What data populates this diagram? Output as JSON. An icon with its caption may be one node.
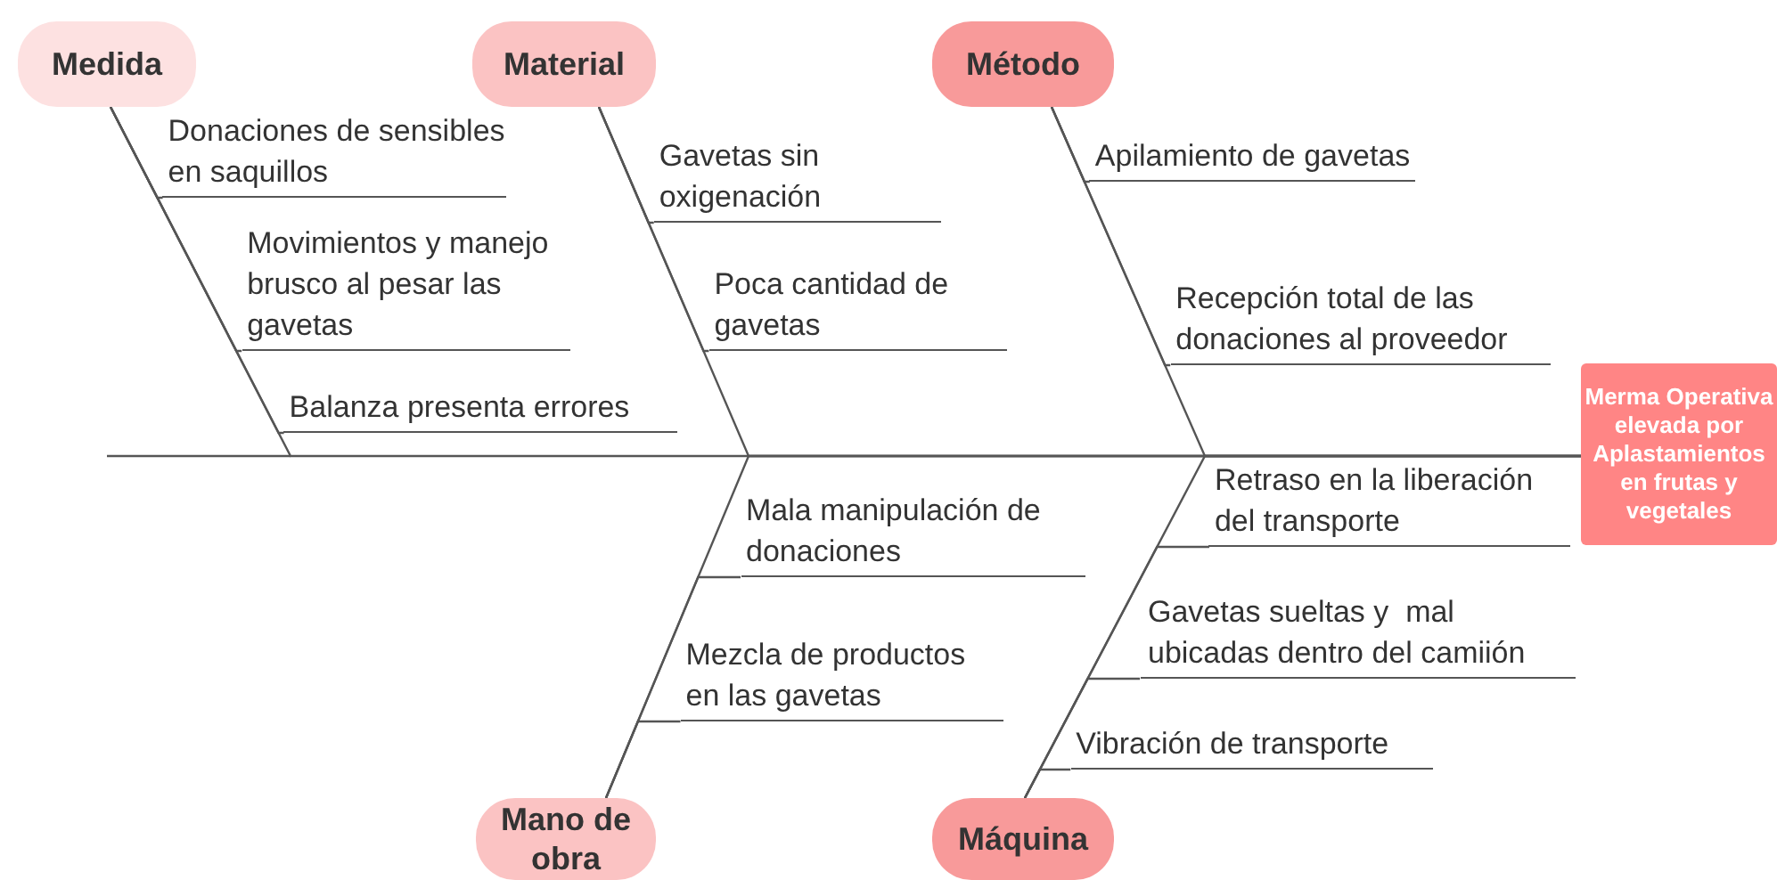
{
  "diagram": {
    "nodes": [
      {
        "text": [
          "Medida"
        ]
      },
      {
        "text": [
          "Material"
        ]
      },
      {
        "text": [
          "Método"
        ]
      },
      {
        "text": [
          "Mano de obra"
        ]
      },
      {
        "text": [
          "Máquina"
        ]
      },
      {
        "text": [
          "Merma Operativa elevada por Aplastamientos en frutas y vegetales"
        ]
      },
      {
        "text": [
          "Donaciones de sensibles en saquillos"
        ]
      },
      {
        "text": [
          "Movimientos y manejo brusco al pesar las gavetas"
        ]
      },
      {
        "text": [
          "Balanza presenta errores"
        ]
      },
      {
        "text": [
          "Gavetas sin oxigenación"
        ]
      },
      {
        "text": [
          "Poca cantidad de gavetas"
        ]
      },
      {
        "text": [
          "Apilamiento de gavetas"
        ]
      },
      {
        "text": [
          "Recepción total de las donaciones al proveedor"
        ]
      },
      {
        "text": [
          "Mala manipulación de donaciones"
        ]
      },
      {
        "text": [
          "Mezcla de productos en las gavetas"
        ]
      },
      {
        "text": [
          "Retraso en la liberación del transporte"
        ]
      },
      {
        "text": [
          "Gavetas sueltas y  mal ubicadas dentro del camiión"
        ]
      },
      {
        "text": [
          "Vibración de transporte"
        ]
      }
    ],
    "edges": [
      {
        "from": 0,
        "to": 5,
        "arrow": "none"
      },
      {
        "from": 1,
        "to": 5,
        "arrow": "none"
      },
      {
        "from": 2,
        "to": 5,
        "arrow": "none"
      },
      {
        "from": 3,
        "to": 5,
        "arrow": "none"
      },
      {
        "from": 4,
        "to": 5,
        "arrow": "none"
      },
      {
        "from": 6,
        "to": 0,
        "arrow": "none"
      },
      {
        "from": 7,
        "to": 0,
        "arrow": "none"
      },
      {
        "from": 8,
        "to": 0,
        "arrow": "none"
      },
      {
        "from": 9,
        "to": 1,
        "arrow": "none"
      },
      {
        "from": 10,
        "to": 1,
        "arrow": "none"
      },
      {
        "from": 11,
        "to": 2,
        "arrow": "none"
      },
      {
        "from": 12,
        "to": 2,
        "arrow": "none"
      },
      {
        "from": 13,
        "to": 3,
        "arrow": "none"
      },
      {
        "from": 14,
        "to": 3,
        "arrow": "none"
      },
      {
        "from": 15,
        "to": 4,
        "arrow": "none"
      },
      {
        "from": 16,
        "to": 4,
        "arrow": "none"
      },
      {
        "from": 17,
        "to": 4,
        "arrow": "none"
      }
    ]
  }
}
